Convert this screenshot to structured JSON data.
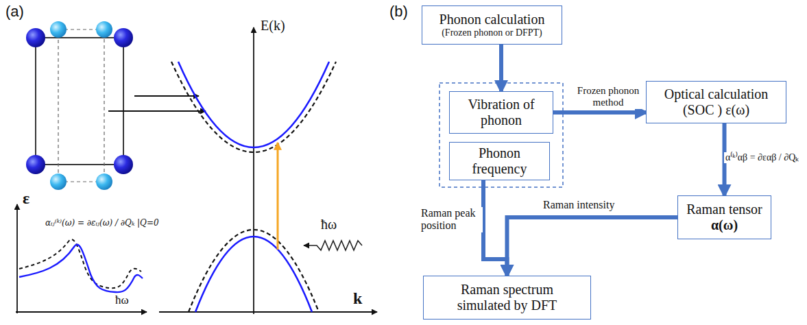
{
  "diagram": {
    "nodes": [
      {
        "text": [
          "Phonon calculation",
          "(Frozen phonon or DFPT)"
        ]
      },
      {
        "text": [
          "Vibration of phonon"
        ]
      },
      {
        "text": [
          "Phonon frequency"
        ]
      },
      {
        "text": [
          "Optical calculation (SOC ) ε(ω)"
        ]
      },
      {
        "text": [
          "Raman tensor",
          "α(ω)"
        ]
      },
      {
        "text": [
          "Raman spectrum simulated by DFT"
        ]
      }
    ],
    "edges": [
      {
        "from": 0,
        "to": 1,
        "arrow": "to"
      },
      {
        "from": 1,
        "to": 3,
        "label": "Frozen phonon method",
        "arrow": "to"
      },
      {
        "from": 3,
        "to": 4,
        "label": "α⁽ᵏ⁾αβ = ∂εαβ / ∂Qₖ",
        "arrow": "to"
      },
      {
        "from": 2,
        "to": 5,
        "label": "Raman peak position",
        "arrow": "to"
      },
      {
        "from": 4,
        "to": 5,
        "label": "Raman intensity",
        "arrow": "to"
      }
    ],
    "labels": [
      "(a)",
      "E(k)",
      "k",
      "ħω",
      "ε",
      "ħω",
      "αᵢⱼ⁽ᵏ⁾(ω) = ∂εᵢⱼ(ω) / ∂Qₖ |Q=0",
      "(b)"
    ]
  }
}
